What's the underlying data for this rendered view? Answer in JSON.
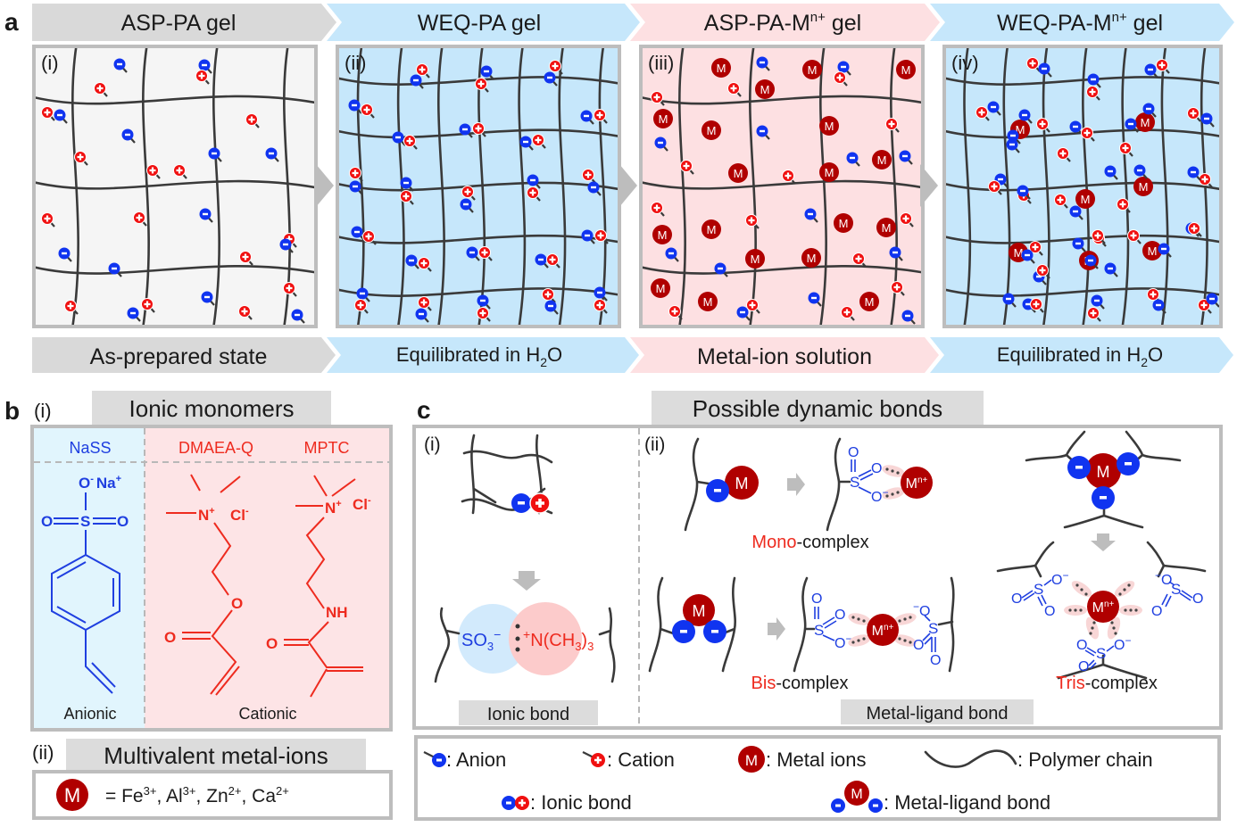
{
  "panel_a": {
    "label": "a",
    "top_arrows": [
      {
        "text": "ASP-PA gel",
        "color": "#d9d9d9"
      },
      {
        "text": "WEQ-PA gel",
        "color": "#c6e7fb"
      },
      {
        "text": "ASP-PA-M",
        "sup": "n+",
        "after": " gel",
        "color": "#fde0e2"
      },
      {
        "text": "WEQ-PA-M",
        "sup": "n+",
        "after": " gel",
        "color": "#c6e7fb"
      }
    ],
    "bottom_arrows": [
      {
        "text": "As-prepared state",
        "color": "#d9d9d9"
      },
      {
        "text": "Equilibrated in H",
        "sub": "2",
        "after": "O",
        "color": "#c6e7fb"
      },
      {
        "text": "Metal-ion solution",
        "color": "#fde0e2"
      },
      {
        "text": "Equilibrated in H",
        "sub": "2",
        "after": "O",
        "color": "#c6e7fb"
      }
    ],
    "panels": [
      {
        "roman": "(i)",
        "bg": "#f5f5f5",
        "ions": [
          [
            "a",
            134,
            72
          ],
          [
            "a",
            229,
            73
          ],
          [
            "c",
            226,
            85
          ],
          [
            "c",
            112,
            99
          ],
          [
            "c",
            53,
            126
          ],
          [
            "a",
            67,
            129
          ],
          [
            "a",
            143,
            151
          ],
          [
            "c",
            90,
            176
          ],
          [
            "c",
            201,
            191
          ],
          [
            "a",
            240,
            172
          ],
          [
            "a",
            304,
            172
          ],
          [
            "c",
            282,
            134
          ],
          [
            "c",
            171,
            191
          ],
          [
            "c",
            156,
            244
          ],
          [
            "a",
            230,
            240
          ],
          [
            "c",
            53,
            245
          ],
          [
            "a",
            72,
            284
          ],
          [
            "a",
            128,
            301
          ],
          [
            "c",
            275,
            288
          ],
          [
            "c",
            324,
            268
          ],
          [
            "a",
            320,
            274
          ],
          [
            "a",
            232,
            333
          ],
          [
            "c",
            165,
            341
          ],
          [
            "c",
            324,
            323
          ],
          [
            "c",
            79,
            343
          ],
          [
            "a",
            149,
            351
          ],
          [
            "c",
            274,
            349
          ],
          [
            "a",
            333,
            353
          ]
        ]
      },
      {
        "roman": "(ii)",
        "bg": "#c6e7fb",
        "ions": [
          [
            "c",
            473,
            78
          ],
          [
            "a",
            466,
            90
          ],
          [
            "a",
            545,
            80
          ],
          [
            "c",
            539,
            94
          ],
          [
            "c",
            622,
            74
          ],
          [
            "a",
            616,
            87
          ],
          [
            "a",
            397,
            118
          ],
          [
            "c",
            411,
            123
          ],
          [
            "a",
            521,
            145
          ],
          [
            "c",
            536,
            144
          ],
          [
            "a",
            446,
            154
          ],
          [
            "c",
            459,
            158
          ],
          [
            "a",
            589,
            159
          ],
          [
            "c",
            603,
            157
          ],
          [
            "a",
            657,
            130
          ],
          [
            "c",
            672,
            129
          ],
          [
            "c",
            398,
            194
          ],
          [
            "a",
            398,
            209
          ],
          [
            "a",
            455,
            205
          ],
          [
            "c",
            455,
            220
          ],
          [
            "c",
            524,
            215
          ],
          [
            "a",
            522,
            229
          ],
          [
            "a",
            597,
            202
          ],
          [
            "c",
            597,
            216
          ],
          [
            "c",
            659,
            196
          ],
          [
            "a",
            665,
            210
          ],
          [
            "a",
            400,
            260
          ],
          [
            "c",
            413,
            265
          ],
          [
            "a",
            461,
            292
          ],
          [
            "c",
            475,
            295
          ],
          [
            "a",
            529,
            283
          ],
          [
            "c",
            543,
            283
          ],
          [
            "a",
            606,
            291
          ],
          [
            "c",
            619,
            291
          ],
          [
            "a",
            658,
            264
          ],
          [
            "c",
            673,
            264
          ],
          [
            "a",
            406,
            329
          ],
          [
            "c",
            404,
            342
          ],
          [
            "c",
            475,
            339
          ],
          [
            "a",
            472,
            352
          ],
          [
            "a",
            541,
            337
          ],
          [
            "c",
            541,
            351
          ],
          [
            "c",
            614,
            330
          ],
          [
            "a",
            617,
            343
          ],
          [
            "a",
            672,
            328
          ],
          [
            "c",
            672,
            342
          ]
        ]
      },
      {
        "roman": "(iii)",
        "bg": "#fde0e2",
        "ions": [
          [
            "a",
            854,
            70
          ],
          [
            "a",
            945,
            75
          ],
          [
            "c",
            941,
            87
          ],
          [
            "c",
            822,
            99
          ],
          [
            "c",
            736,
            109
          ],
          [
            "a",
            740,
            160
          ],
          [
            "c",
            769,
            186
          ],
          [
            "a",
            854,
            147
          ],
          [
            "a",
            955,
            177
          ],
          [
            "a",
            1014,
            175
          ],
          [
            "c",
            999,
            139
          ],
          [
            "c",
            883,
            197
          ],
          [
            "c",
            736,
            233
          ],
          [
            "c",
            842,
            247
          ],
          [
            "a",
            908,
            240
          ],
          [
            "c",
            1015,
            245
          ],
          [
            "a",
            752,
            284
          ],
          [
            "a",
            807,
            301
          ],
          [
            "c",
            962,
            290
          ],
          [
            "a",
            1003,
            283
          ],
          [
            "c",
            1005,
            322
          ],
          [
            "a",
            912,
            334
          ],
          [
            "a",
            832,
            350
          ],
          [
            "c",
            843,
            342
          ],
          [
            "c",
            756,
            349
          ],
          [
            "c",
            949,
            350
          ],
          [
            "a",
            1017,
            354
          ]
        ],
        "metals": [
          [
            808,
            76
          ],
          [
            910,
            78
          ],
          [
            1015,
            78
          ],
          [
            857,
            100
          ],
          [
            743,
            133
          ],
          [
            797,
            146
          ],
          [
            929,
            141
          ],
          [
            827,
            194
          ],
          [
            988,
            179
          ],
          [
            929,
            193
          ],
          [
            797,
            257
          ],
          [
            945,
            250
          ],
          [
            993,
            255
          ],
          [
            742,
            263
          ],
          [
            846,
            290
          ],
          [
            909,
            289
          ],
          [
            740,
            323
          ],
          [
            793,
            338
          ],
          [
            974,
            338
          ]
        ]
      },
      {
        "roman": "(iv)",
        "bg": "#c6e7fb",
        "ions": [
          [
            "c",
            1157,
            71
          ],
          [
            "a",
            1170,
            77
          ],
          [
            "a",
            1289,
            78
          ],
          [
            "c",
            1302,
            73
          ],
          [
            "a",
            1225,
            89
          ],
          [
            "c",
            1224,
            103
          ],
          [
            "c",
            1100,
            126
          ],
          [
            "a",
            1113,
            120
          ],
          [
            "a",
            1148,
            129
          ],
          [
            "c",
            1168,
            139
          ],
          [
            "a",
            1205,
            142
          ],
          [
            "c",
            1218,
            149
          ],
          [
            "a",
            1135,
            152
          ],
          [
            "a",
            1134,
            162
          ],
          [
            "a",
            1287,
            122
          ],
          [
            "a",
            1267,
            139
          ],
          [
            "c",
            1337,
            127
          ],
          [
            "a",
            1352,
            133
          ],
          [
            "c",
            1261,
            166
          ],
          [
            "c",
            1191,
            172
          ],
          [
            "a",
            1277,
            191
          ],
          [
            "c",
            1350,
            201
          ],
          [
            "a",
            1337,
            193
          ],
          [
            "a",
            1244,
            192
          ],
          [
            "a",
            1121,
            201
          ],
          [
            "c",
            1114,
            209
          ],
          [
            "c",
            1147,
            219
          ],
          [
            "a",
            1146,
            214
          ],
          [
            "c",
            1188,
            224
          ],
          [
            "a",
            1205,
            237
          ],
          [
            "c",
            1258,
            229
          ],
          [
            "a",
            1208,
            273
          ],
          [
            "a",
            1335,
            256
          ],
          [
            "c",
            1338,
            256
          ],
          [
            "c",
            1160,
            277
          ],
          [
            "a",
            1151,
            286
          ],
          [
            "a",
            1164,
            310
          ],
          [
            "c",
            1168,
            303
          ],
          [
            "c",
            1231,
            267
          ],
          [
            "c",
            1270,
            264
          ],
          [
            "a",
            1304,
            279
          ],
          [
            "c",
            1230,
            264
          ],
          [
            "a",
            1222,
            292
          ],
          [
            "a",
            1244,
            301
          ],
          [
            "a",
            1130,
            335
          ],
          [
            "a",
            1152,
            341
          ],
          [
            "c",
            1161,
            341
          ],
          [
            "a",
            1229,
            337
          ],
          [
            "c",
            1225,
            351
          ],
          [
            "c",
            1292,
            330
          ],
          [
            "a",
            1298,
            342
          ],
          [
            "c",
            1349,
            342
          ],
          [
            "a",
            1358,
            335
          ]
        ],
        "metals": [
          [
            1143,
            145
          ],
          [
            1283,
            137
          ],
          [
            1216,
            223
          ],
          [
            1281,
            209
          ],
          [
            1141,
            283
          ],
          [
            1220,
            292
          ],
          [
            1291,
            281
          ]
        ]
      }
    ]
  },
  "panel_b": {
    "label": "b",
    "sub_i": "(i)",
    "title_i": "Ionic monomers",
    "monomers": [
      {
        "name": "NaSS",
        "color": "#1f3fe0"
      },
      {
        "name": "DMAEA-Q",
        "color": "#ee2b1f"
      },
      {
        "name": "MPTC",
        "color": "#ee2b1f"
      }
    ],
    "anionic_label": "Anionic",
    "cationic_label": "Cationic",
    "nass_atoms": {
      "o_minus": "O",
      "na": "Na",
      "s": "S",
      "o": "O"
    },
    "cation_atoms": {
      "n": "N",
      "cl": "Cl",
      "o": "O",
      "nh": "NH"
    },
    "sub_ii": "(ii)",
    "title_ii": "Multivalent metal-ions",
    "metal_symbol": "M",
    "metal_list": [
      {
        "el": "Fe",
        "charge": "3+"
      },
      {
        "el": "Al",
        "charge": "3+"
      },
      {
        "el": "Zn",
        "charge": "2+"
      },
      {
        "el": "Ca",
        "charge": "2+"
      }
    ]
  },
  "panel_c": {
    "label": "c",
    "title": "Possible dynamic bonds",
    "sub_i": "(i)",
    "sub_ii": "(ii)",
    "ionic_anion": "SO",
    "ionic_cation": "N(CH",
    "ionic_bond_label": "Ionic bond",
    "metal_ligand_label": "Metal-ligand bond",
    "complexes": [
      {
        "prefix": "Mono",
        "suffix": "-complex"
      },
      {
        "prefix": "Bis",
        "suffix": "-complex"
      },
      {
        "prefix": "Tris",
        "suffix": "-complex"
      }
    ],
    "mn": "M",
    "mn_sup": "n+"
  },
  "legend": {
    "anion": ": Anion",
    "cation": ": Cation",
    "metal": ": Metal ions",
    "chain": ": Polymer chain",
    "ionic_bond": ": Ionic bond",
    "metal_ligand_bond": ": Metal-ligand bond"
  },
  "colors": {
    "anion": "#1034f0",
    "cation": "#f01010",
    "metal": "#b00000",
    "chain": "#3a3a3a",
    "frame": "#bdbdbd",
    "label_bg": "#dcdcdc",
    "highlight_red": "#ee2b1f"
  }
}
